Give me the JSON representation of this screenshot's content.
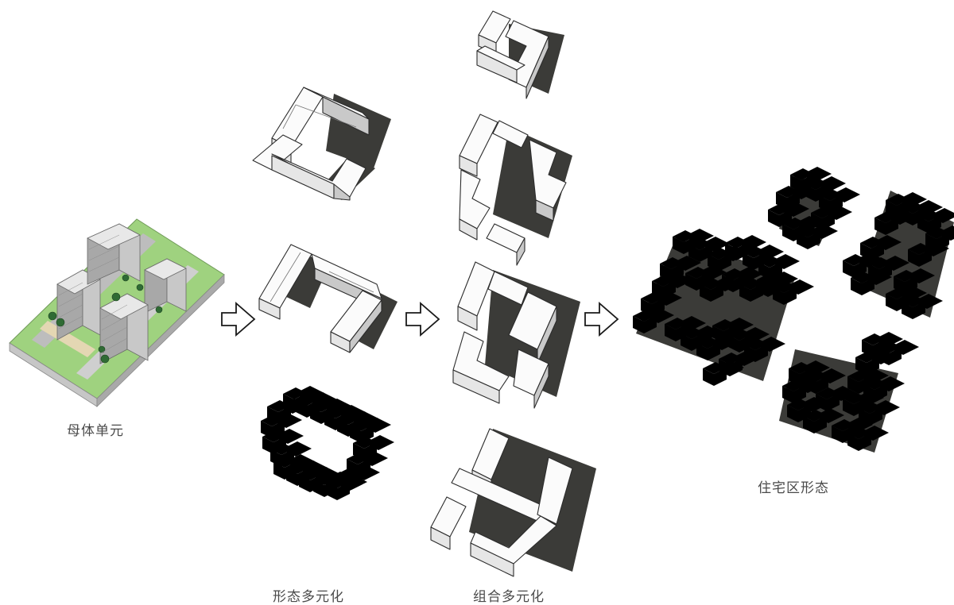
{
  "stages": {
    "mother_unit": "母体单元",
    "form_diversification": "形态多元化",
    "combination_diversification": "组合多元化",
    "residential_district_form": "住宅区形态"
  },
  "colors": {
    "lawn": "#9fd27f",
    "building_light": "#fbfbfb",
    "building_side": "#c9c9c9",
    "shadow": "#3b3b38",
    "caption": "#4a4a4a"
  }
}
